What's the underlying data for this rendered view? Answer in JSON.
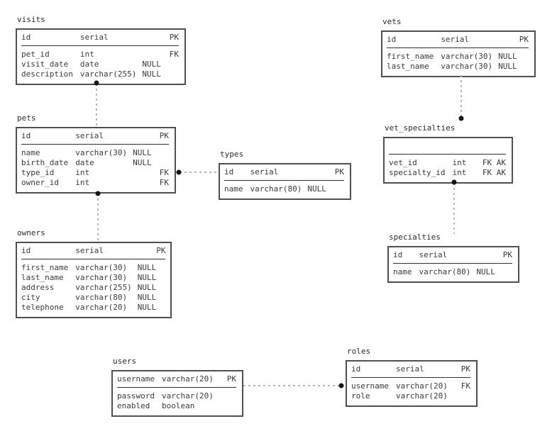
{
  "colors": {
    "background": "#ffffff",
    "table_border": "#4f4f4f",
    "text_default": "#3a3a3a",
    "fk_blue": "#2b90d9",
    "type_green": "#3fa32f",
    "type_orange": "#f59e27",
    "type_blue": "#2b90d9",
    "connector_gray": "#b4b4b4",
    "connector_dot": "#141414"
  },
  "tables": [
    {
      "name": "visits",
      "header": {
        "field": "id",
        "type": "serial",
        "nullable": "",
        "key": "PK"
      },
      "rows": [
        {
          "field": "pet_id",
          "type": "int",
          "nullable": "",
          "key": "FK",
          "is_fk": true
        },
        {
          "field": "visit_date",
          "type": "date",
          "nullable": "NULL",
          "key": ""
        },
        {
          "field": "description",
          "type": "varchar(255)",
          "nullable": "NULL",
          "key": ""
        }
      ]
    },
    {
      "name": "pets",
      "header": {
        "field": "id",
        "type": "serial",
        "nullable": "",
        "key": "PK"
      },
      "rows": [
        {
          "field": "name",
          "type": "varchar(30)",
          "nullable": "NULL",
          "key": ""
        },
        {
          "field": "birth_date",
          "type": "date",
          "nullable": "NULL",
          "key": ""
        },
        {
          "field": "type_id",
          "type": "int",
          "nullable": "",
          "key": "FK",
          "is_fk": true
        },
        {
          "field": "owner_id",
          "type": "int",
          "nullable": "",
          "key": "FK",
          "is_fk": true
        }
      ]
    },
    {
      "name": "owners",
      "header": {
        "field": "id",
        "type": "serial",
        "nullable": "",
        "key": "PK"
      },
      "rows": [
        {
          "field": "first_name",
          "type": "varchar(30)",
          "nullable": "NULL",
          "key": ""
        },
        {
          "field": "last_name",
          "type": "varchar(30)",
          "nullable": "NULL",
          "key": ""
        },
        {
          "field": "address",
          "type": "varchar(255)",
          "nullable": "NULL",
          "key": ""
        },
        {
          "field": "city",
          "type": "varchar(80)",
          "nullable": "NULL",
          "key": ""
        },
        {
          "field": "telephone",
          "type": "varchar(20)",
          "nullable": "NULL",
          "key": ""
        }
      ]
    },
    {
      "name": "types",
      "header": {
        "field": "id",
        "type": "serial",
        "nullable": "",
        "key": "PK"
      },
      "rows": [
        {
          "field": "name",
          "type": "varchar(80)",
          "nullable": "NULL",
          "key": ""
        }
      ]
    },
    {
      "name": "vets",
      "header": {
        "field": "id",
        "type": "serial",
        "nullable": "",
        "key": "PK"
      },
      "rows": [
        {
          "field": "first_name",
          "type": "varchar(30)",
          "nullable": "NULL",
          "key": ""
        },
        {
          "field": "last_name",
          "type": "varchar(30)",
          "nullable": "NULL",
          "key": ""
        }
      ]
    },
    {
      "name": "vet_specialties",
      "header": {
        "field": "",
        "type": "",
        "nullable": "",
        "key": ""
      },
      "rows": [
        {
          "field": "vet_id",
          "type": "int",
          "nullable": "",
          "key": "FK AK",
          "is_fk": true
        },
        {
          "field": "specialty_id",
          "type": "int",
          "nullable": "",
          "key": "FK AK",
          "is_fk": true
        }
      ]
    },
    {
      "name": "specialties",
      "header": {
        "field": "id",
        "type": "serial",
        "nullable": "",
        "key": "PK"
      },
      "rows": [
        {
          "field": "name",
          "type": "varchar(80)",
          "nullable": "NULL",
          "key": ""
        }
      ]
    },
    {
      "name": "users",
      "header": {
        "field": "username",
        "type": "varchar(20)",
        "nullable": "",
        "key": "PK"
      },
      "rows": [
        {
          "field": "password",
          "type": "varchar(20)",
          "nullable": "",
          "key": ""
        },
        {
          "field": "enabled",
          "type": "boolean",
          "nullable": "",
          "key": ""
        }
      ]
    },
    {
      "name": "roles",
      "header": {
        "field": "id",
        "type": "serial",
        "nullable": "",
        "key": "PK"
      },
      "rows": [
        {
          "field": "username",
          "type": "varchar(20)",
          "nullable": "",
          "key": "FK",
          "is_fk": true
        },
        {
          "field": "role",
          "type": "varchar(20)",
          "nullable": "",
          "key": ""
        }
      ]
    }
  ],
  "relationships": [
    {
      "from": "visits",
      "to": "pets"
    },
    {
      "from": "pets",
      "to": "owners"
    },
    {
      "from": "pets",
      "to": "types"
    },
    {
      "from": "vet_specialties",
      "to": "vets"
    },
    {
      "from": "vet_specialties",
      "to": "specialties"
    },
    {
      "from": "roles",
      "to": "users"
    }
  ]
}
